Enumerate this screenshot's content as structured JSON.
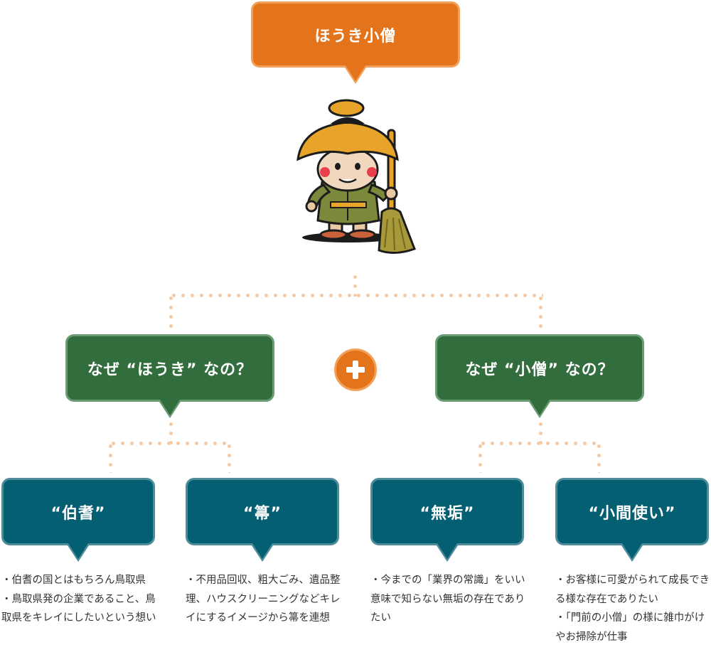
{
  "top": {
    "title": "ほうき小僧"
  },
  "mascot": {
    "description_icon": "houki-kozou-mascot-icon"
  },
  "plus_icon": "plus-icon",
  "categories": [
    {
      "label": "なぜ “ほうき” なの？"
    },
    {
      "label": "なぜ “小僧” なの？"
    }
  ],
  "keywords": [
    {
      "label": "“伯耆”",
      "lines": [
        "・伯耆の国とはもちろん鳥取県",
        "・鳥取県発の企業であること、鳥取県をキレイにしたいという想い"
      ]
    },
    {
      "label": "“箒”",
      "lines": [
        "・不用品回収、粗大ごみ、遺品整理、ハウスクリーニングなどキレイにするイメージから箒を連想"
      ]
    },
    {
      "label": "“無垢”",
      "lines": [
        "・今までの「業界の常識」をいい意味で知らない無垢の存在でありたい"
      ]
    },
    {
      "label": "“小間使い”",
      "lines": [
        "・お客様に可愛がられて成長できる様な存在でありたい",
        "・「門前の小僧」の様に雑巾がけやお掃除が仕事"
      ]
    }
  ],
  "colors": {
    "orange": "#e4741c",
    "green": "#316d3d",
    "teal": "#045f73",
    "dots": "#f6c9a3"
  }
}
